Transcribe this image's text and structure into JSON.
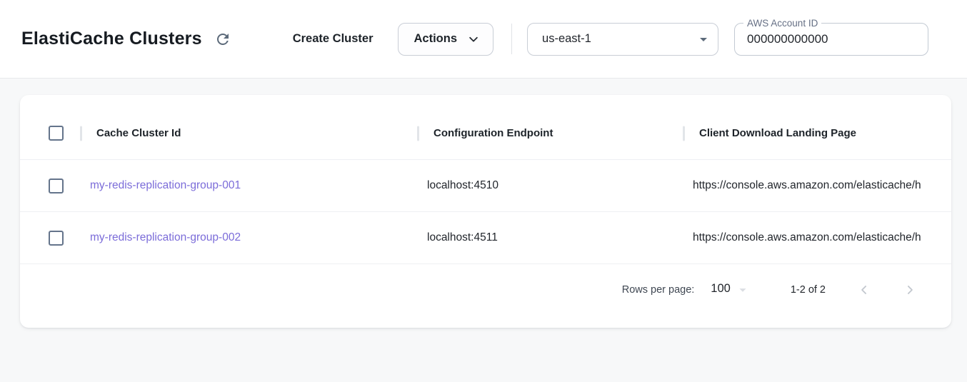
{
  "header": {
    "title": "ElastiCache Clusters",
    "create_button_label": "Create Cluster",
    "actions_button_label": "Actions",
    "region_selected": "us-east-1",
    "account_field": {
      "label": "AWS Account ID",
      "value": "000000000000"
    }
  },
  "table": {
    "columns": {
      "id": "Cache Cluster Id",
      "endpoint": "Configuration Endpoint",
      "landing_page": "Client Download Landing Page"
    },
    "rows": [
      {
        "id": "my-redis-replication-group-001",
        "endpoint": "localhost:4510",
        "landing_page": "https://console.aws.amazon.com/elasticache/h"
      },
      {
        "id": "my-redis-replication-group-002",
        "endpoint": "localhost:4511",
        "landing_page": "https://console.aws.amazon.com/elasticache/h"
      }
    ]
  },
  "pagination": {
    "rows_per_page_label": "Rows per page:",
    "rows_per_page_value": "100",
    "range_label": "1-2 of 2"
  },
  "colors": {
    "link_purple": "#7b6cd9",
    "icon_slate": "#5c6a7a",
    "page_background": "#f7f8f9"
  }
}
